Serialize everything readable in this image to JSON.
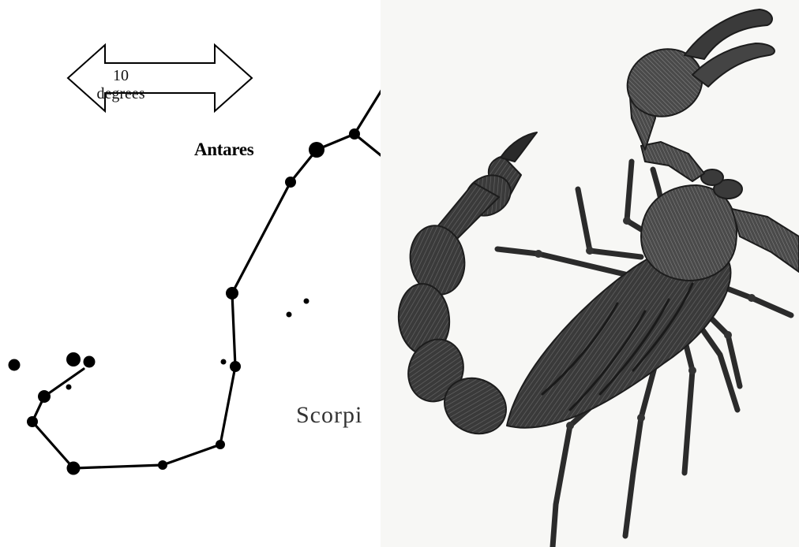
{
  "scale_bar": {
    "label": "10 degrees"
  },
  "stars": {
    "antares_label": "Antares"
  },
  "constellation": {
    "label_visible": "Scorpi"
  },
  "illustration": {
    "subject_icon": "scorpion-engraving-icon"
  },
  "colors": {
    "ink": "#000000",
    "engraving_dark": "#2b2b2b",
    "engraving_mid": "#6a6a6a",
    "paper": "#f7f7f5"
  }
}
